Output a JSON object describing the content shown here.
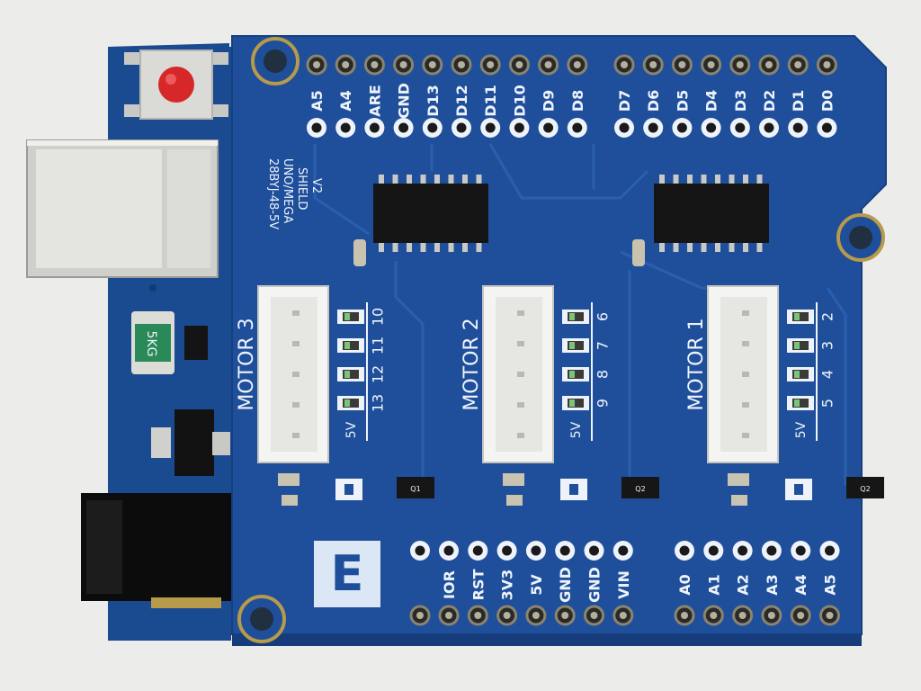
{
  "board": {
    "title_lines": [
      "28BYJ-48-5V",
      "UNO/MEGA",
      "SHIELD",
      "V2"
    ],
    "fuse_label": "5KG",
    "colors": {
      "pcb": "#1f4f9a",
      "pcb_dark": "#163c7c",
      "uno_pcb": "#1a4a90",
      "silkscreen": "#eef3fb",
      "gold": "#b79a4a",
      "reset_button": "#d62828"
    }
  },
  "top_header": {
    "left_pins": [
      "A5",
      "A4",
      "ARE",
      "GND",
      "D13",
      "D12",
      "D11",
      "D10",
      "D9",
      "D8"
    ],
    "right_pins": [
      "D7",
      "D6",
      "D5",
      "D4",
      "D3",
      "D2",
      "D1",
      "D0"
    ]
  },
  "bottom_header": {
    "power_pins": [
      "IOR",
      "RST",
      "3V3",
      "5V",
      "GND",
      "GND",
      "VIN"
    ],
    "analog_pins": [
      "A0",
      "A1",
      "A2",
      "A3",
      "A4",
      "A5"
    ]
  },
  "motors": [
    {
      "label": "MOTOR 3",
      "pins": [
        "10",
        "11",
        "12",
        "13"
      ],
      "supply": "5V"
    },
    {
      "label": "MOTOR 2",
      "pins": [
        "6",
        "7",
        "8",
        "9"
      ],
      "supply": "5V"
    },
    {
      "label": "MOTOR 1",
      "pins": [
        "2",
        "3",
        "4",
        "5"
      ],
      "supply": "5V"
    }
  ],
  "small_chips": [
    "Q1",
    "Q2",
    "Q2"
  ],
  "logo_letter": "E"
}
